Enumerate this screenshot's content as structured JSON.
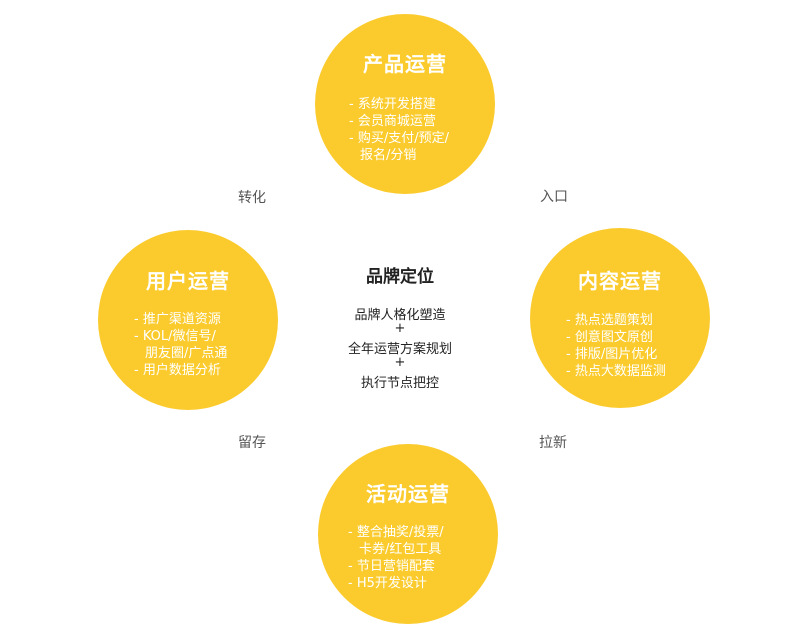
{
  "circles": {
    "product": {
      "title": "产品运营",
      "items": [
        {
          "line1": "系统开发搭建"
        },
        {
          "line1": "会员商城运营"
        },
        {
          "line1": "购买/支付/预定/",
          "line2": "报名/分销"
        }
      ]
    },
    "content": {
      "title": "内容运营",
      "items": [
        {
          "line1": "热点选题策划"
        },
        {
          "line1": "创意图文原创"
        },
        {
          "line1": "排版/图片优化"
        },
        {
          "line1": "热点大数据监测"
        }
      ]
    },
    "activity": {
      "title": "活动运营",
      "items": [
        {
          "line1": "整合抽奖/投票/",
          "line2": "卡券/红包工具"
        },
        {
          "line1": "节日营销配套"
        },
        {
          "line1": "H5开发设计"
        }
      ]
    },
    "user": {
      "title": "用户运营",
      "items": [
        {
          "line1": "推广渠道资源"
        },
        {
          "line1": "KOL/微信号/",
          "line2": "朋友圈/广点通"
        },
        {
          "line1": "用户数据分析"
        }
      ]
    }
  },
  "center": {
    "title": "品牌定位",
    "line1": "品牌人格化塑造",
    "plus1": "+",
    "line2": "全年运营方案规划",
    "plus2": "+",
    "line3": "执行节点把控"
  },
  "edges": {
    "rukou": "入口",
    "laxin": "拉新",
    "liucun": "留存",
    "zhuanhua": "转化"
  },
  "colors": {
    "circle_fill": "#FBCB2D",
    "circle_text": "#FFFFFF",
    "arrow": "#EEEEEE",
    "center_text": "#222222",
    "edge_label": "#555555"
  }
}
